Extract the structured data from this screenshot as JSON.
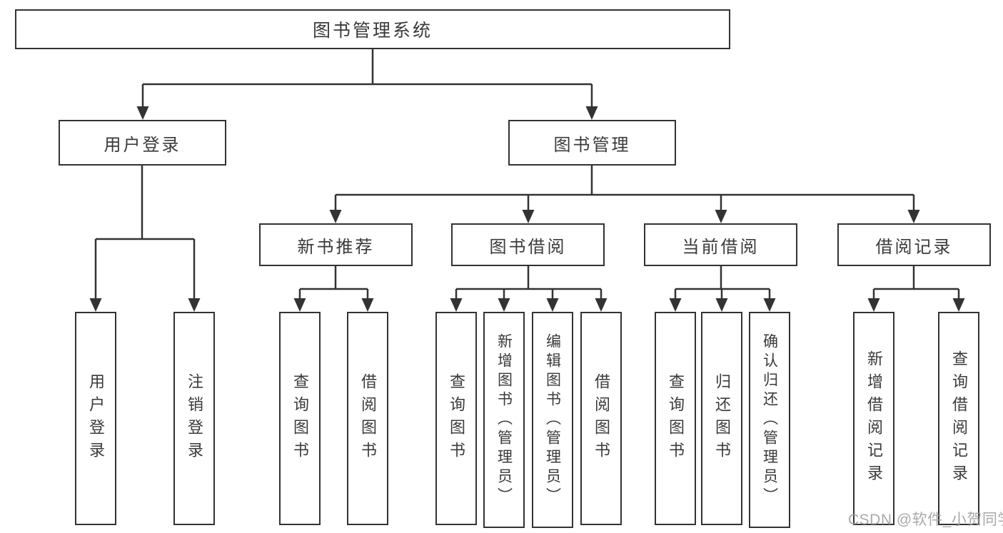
{
  "nodes": {
    "root": {
      "label": "图书管理系统"
    },
    "level2": {
      "user_login": {
        "label": "用户登录"
      },
      "book_management": {
        "label": "图书管理"
      }
    },
    "level3": {
      "new_book_recommend": {
        "label": "新书推荐"
      },
      "book_borrowing": {
        "label": "图书借阅"
      },
      "current_borrowing": {
        "label": "当前借阅"
      },
      "borrowing_records": {
        "label": "借阅记录"
      }
    },
    "leaves": {
      "user_login": {
        "label": "用户登录"
      },
      "logout": {
        "label": "注销登录"
      },
      "newbooks_query_books": {
        "label": "查询图书"
      },
      "newbooks_borrow_books": {
        "label": "借阅图书"
      },
      "borrowing_query_books": {
        "label": "查询图书"
      },
      "borrowing_add_books": {
        "label": "新增图书（管理员）"
      },
      "borrowing_edit_books": {
        "label": "编辑图书（管理员）"
      },
      "borrowing_borrow_books": {
        "label": "借阅图书"
      },
      "current_query_books": {
        "label": "查询图书"
      },
      "current_return_books": {
        "label": "归还图书"
      },
      "current_confirm_return": {
        "label": "确认归还（管理员）"
      },
      "records_add_record": {
        "label": "新增借阅记录"
      },
      "records_query_record": {
        "label": "查询借阅记录"
      }
    }
  },
  "watermark": {
    "text": "CSDN @软件_小贺同学"
  },
  "colors": {
    "line": "#333333",
    "box_border": "#333333",
    "text": "#3a3a3a",
    "background": "#ffffff",
    "watermark": "#9e9e9e"
  }
}
